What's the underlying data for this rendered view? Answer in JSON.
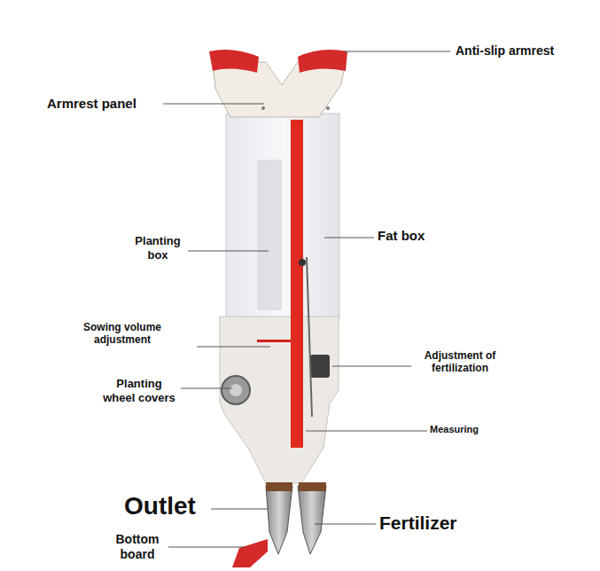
{
  "diagram": {
    "labels": [
      "Anti-slip armrest",
      "Armrest panel",
      "Planting box",
      "Fat box",
      "Sowing volume adjustment",
      "Adjustment of fertilization",
      "Planting wheel covers",
      "Measuring",
      "Outlet",
      "Fertilizer",
      "Bottom board"
    ]
  }
}
